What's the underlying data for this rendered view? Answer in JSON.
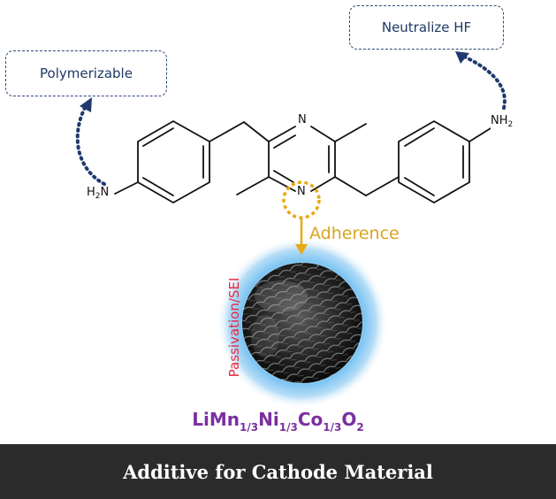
{
  "labels": {
    "polymerizable": "Polymerizable",
    "neutralize": "Neutralize HF",
    "adherence": "Adherence",
    "passivation": "Passivation/SEI"
  },
  "atoms": {
    "n_top": "N",
    "n_bottom": "N",
    "amine_left": "H",
    "amine_left_sub": "2",
    "amine_left_n": "N",
    "amine_right_n": "NH",
    "amine_right_sub": "2"
  },
  "formula": {
    "p1": "LiMn",
    "s1": "1/3",
    "p2": "Ni",
    "s2": "1/3",
    "p3": "Co",
    "s3": "1/3",
    "p4": "O",
    "s4": "2"
  },
  "banner": "Additive for Cathode Material",
  "colors": {
    "box_border": "#2e4a78",
    "label_text": "#1f3864",
    "dotted_arrow": "#1f3a6e",
    "adherence": "#d9a520",
    "passivation": "#e8283c",
    "formula": "#7b2fa0",
    "banner_bg": "#2b2b2b",
    "particle_glow": "#7cc4f2"
  }
}
